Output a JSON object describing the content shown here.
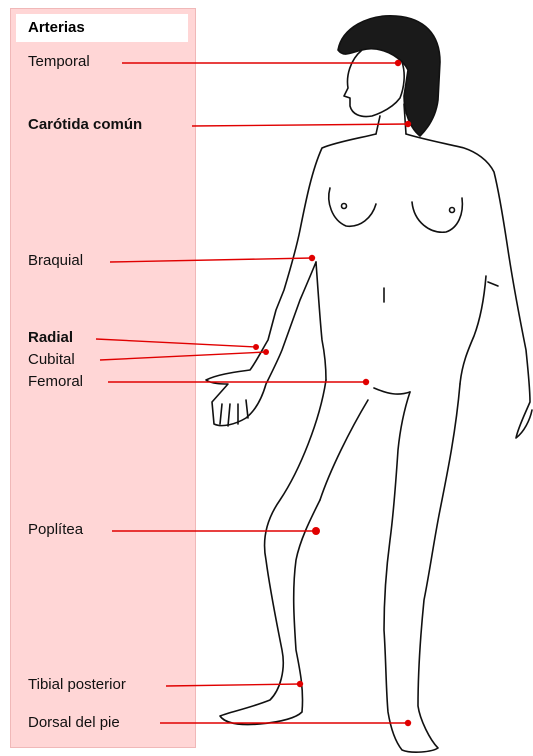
{
  "title": "Arterias",
  "labels": [
    {
      "id": "temporal",
      "text": "Temporal",
      "bold": false
    },
    {
      "id": "carotida",
      "text": "Carótida común",
      "bold": true
    },
    {
      "id": "braquial",
      "text": "Braquial",
      "bold": false
    },
    {
      "id": "radial",
      "text": "Radial",
      "bold": true
    },
    {
      "id": "cubital",
      "text": "Cubital",
      "bold": false
    },
    {
      "id": "femoral",
      "text": "Femoral",
      "bold": false
    },
    {
      "id": "poplitea",
      "text": "Poplítea",
      "bold": false
    },
    {
      "id": "tibial",
      "text": "Tibial posterior",
      "bold": false
    },
    {
      "id": "dorsal",
      "text": "Dorsal del pie",
      "bold": false
    }
  ],
  "colors": {
    "panel": "#ffd6d6",
    "line": "#e00000",
    "outline": "#111111",
    "hair": "#1a1a1a"
  }
}
